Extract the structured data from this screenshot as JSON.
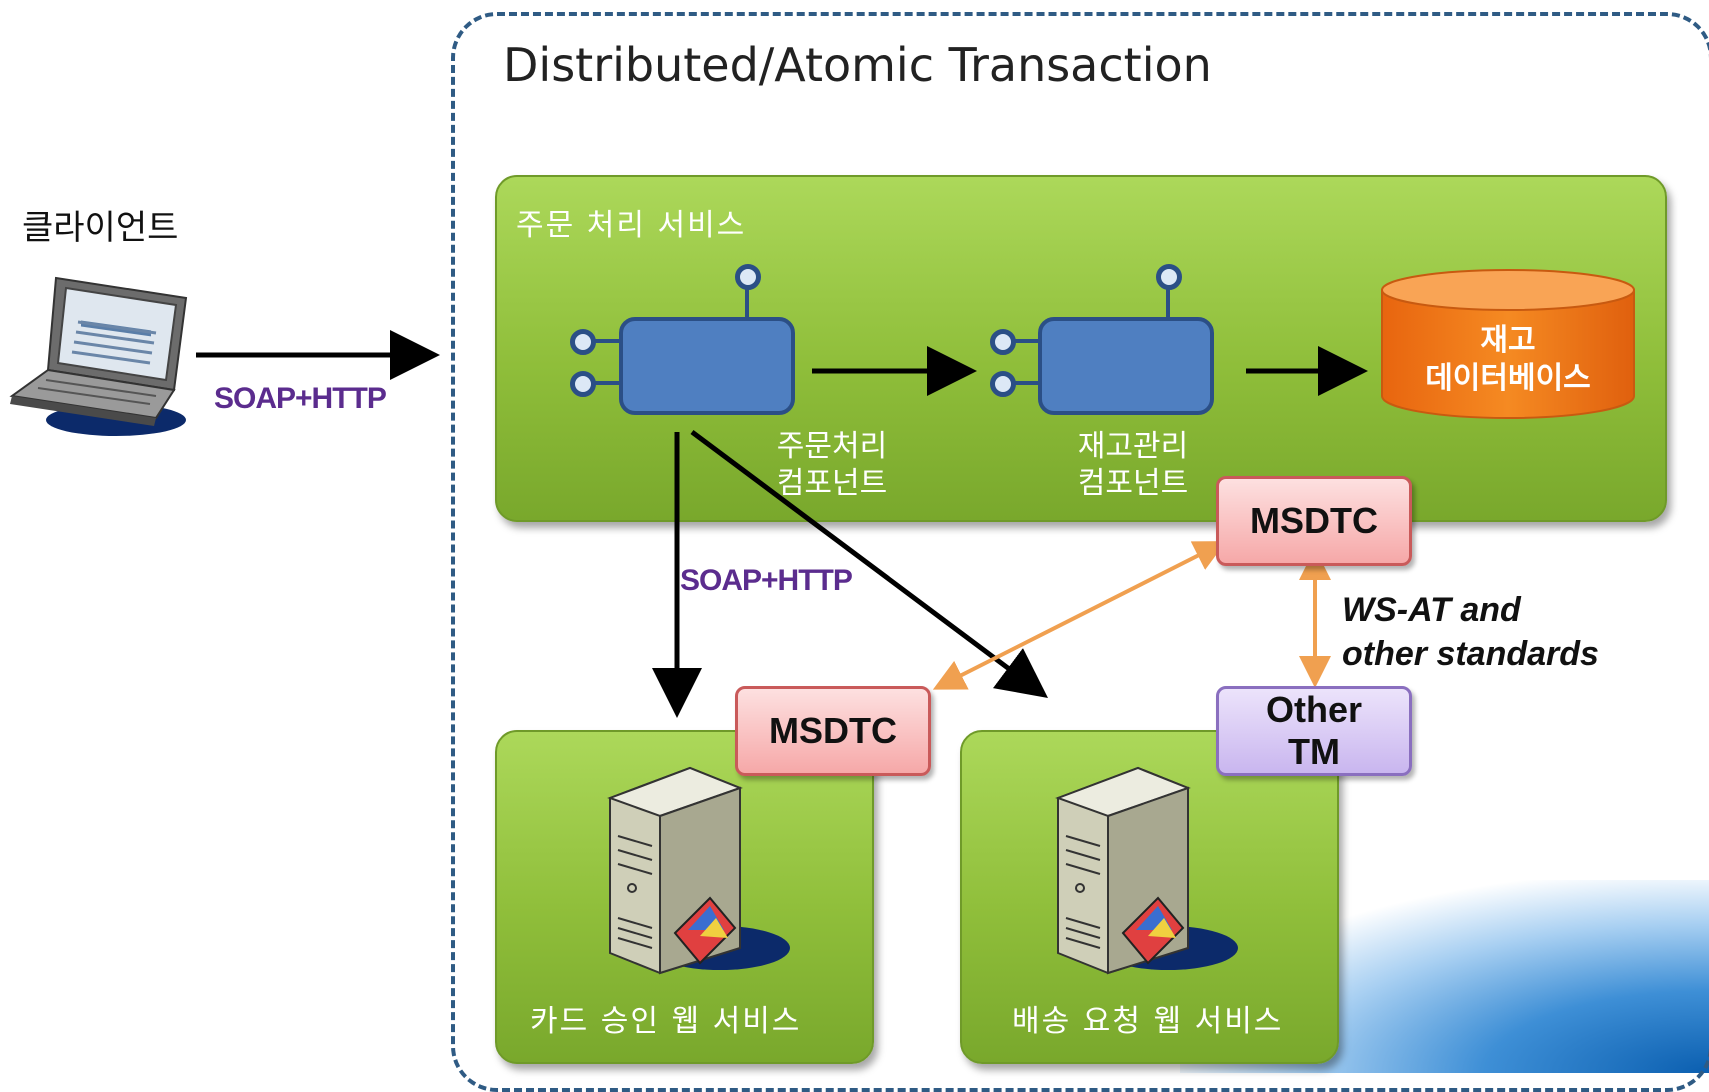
{
  "client": {
    "label": "클라이언트"
  },
  "protocol_label_left": "SOAP+HTTP",
  "protocol_label_mid": "SOAP+HTTP",
  "boundary": {
    "title": "Distributed/Atomic Transaction"
  },
  "order_service": {
    "title": "주문 처리 서비스",
    "order_component": "주문처리\n컴포넌트",
    "inventory_component": "재고관리\n컴포넌트",
    "database": "재고\n데이터베이스"
  },
  "msdtc_top": "MSDTC",
  "msdtc_card": "MSDTC",
  "other_tm": "Other\nTM",
  "ws_at_note": "WS-AT and\nother standards",
  "card_service": {
    "title": "카드 승인 웹 서비스"
  },
  "shipping_service": {
    "title": "배송 요청 웹 서비스"
  },
  "colors": {
    "green": "#8fbe3a",
    "component_blue": "#4f7fc1",
    "db_orange": "#f07f1c",
    "msdtc_pink": "#f6a8a8",
    "othertm_purple": "#c9b6ef",
    "orange_arrow": "#f0a050",
    "soap_purple": "#5b2c8e"
  }
}
